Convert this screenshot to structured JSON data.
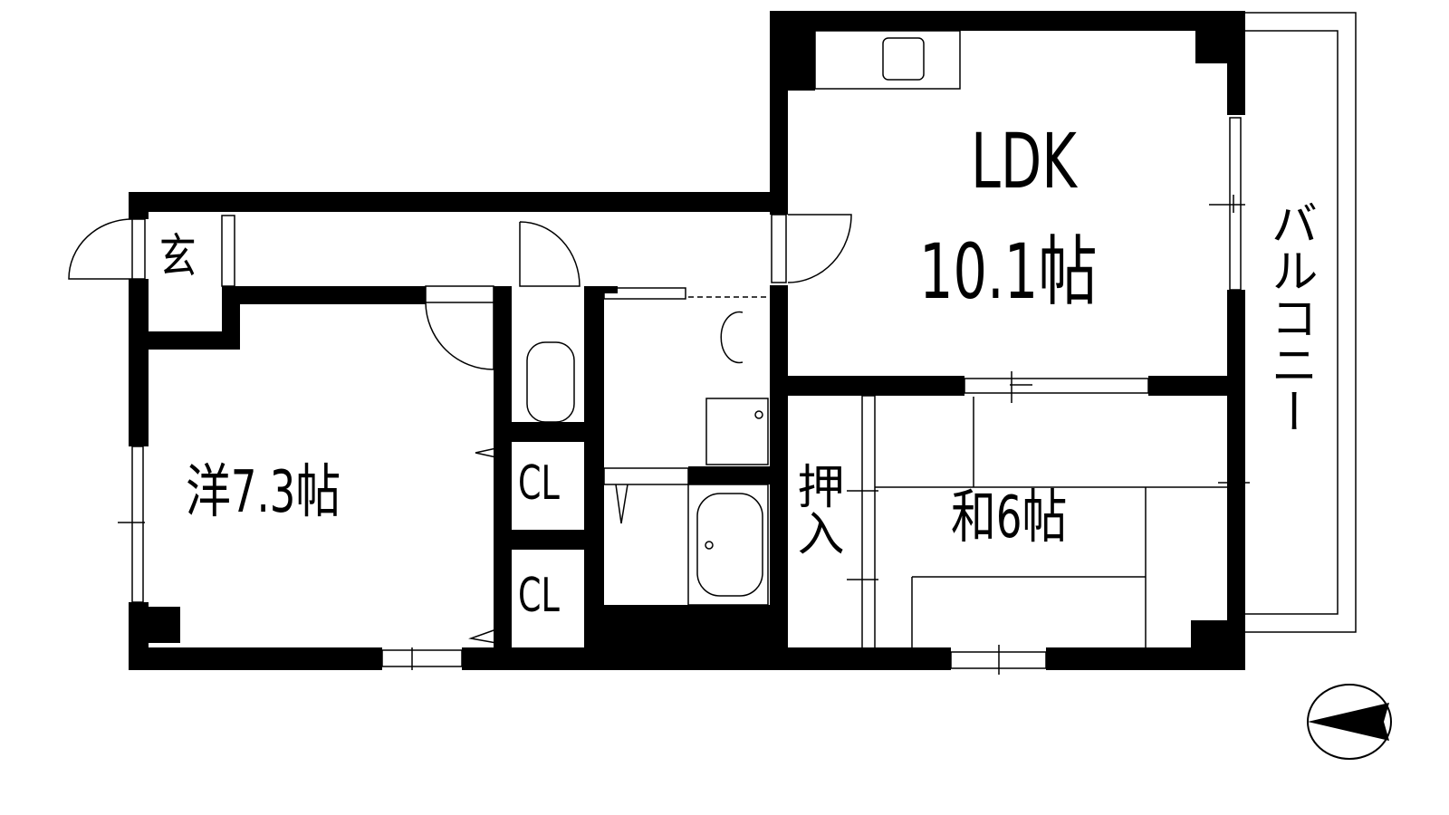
{
  "floorplan": {
    "rooms": {
      "ldk": {
        "name": "LDK",
        "size": "10.1帖"
      },
      "western": {
        "label": "洋7.3帖"
      },
      "japanese": {
        "label": "和6帖"
      },
      "entrance": {
        "label": "玄"
      },
      "closet1": {
        "label": "CL"
      },
      "closet2": {
        "label": "CL"
      },
      "oshiire": {
        "label": "押入"
      },
      "balcony": {
        "label": "バルコニー"
      }
    },
    "compass": {
      "icon": "north-arrow-icon",
      "direction": "west"
    },
    "colors": {
      "wall": "#000000",
      "background": "#ffffff"
    }
  }
}
